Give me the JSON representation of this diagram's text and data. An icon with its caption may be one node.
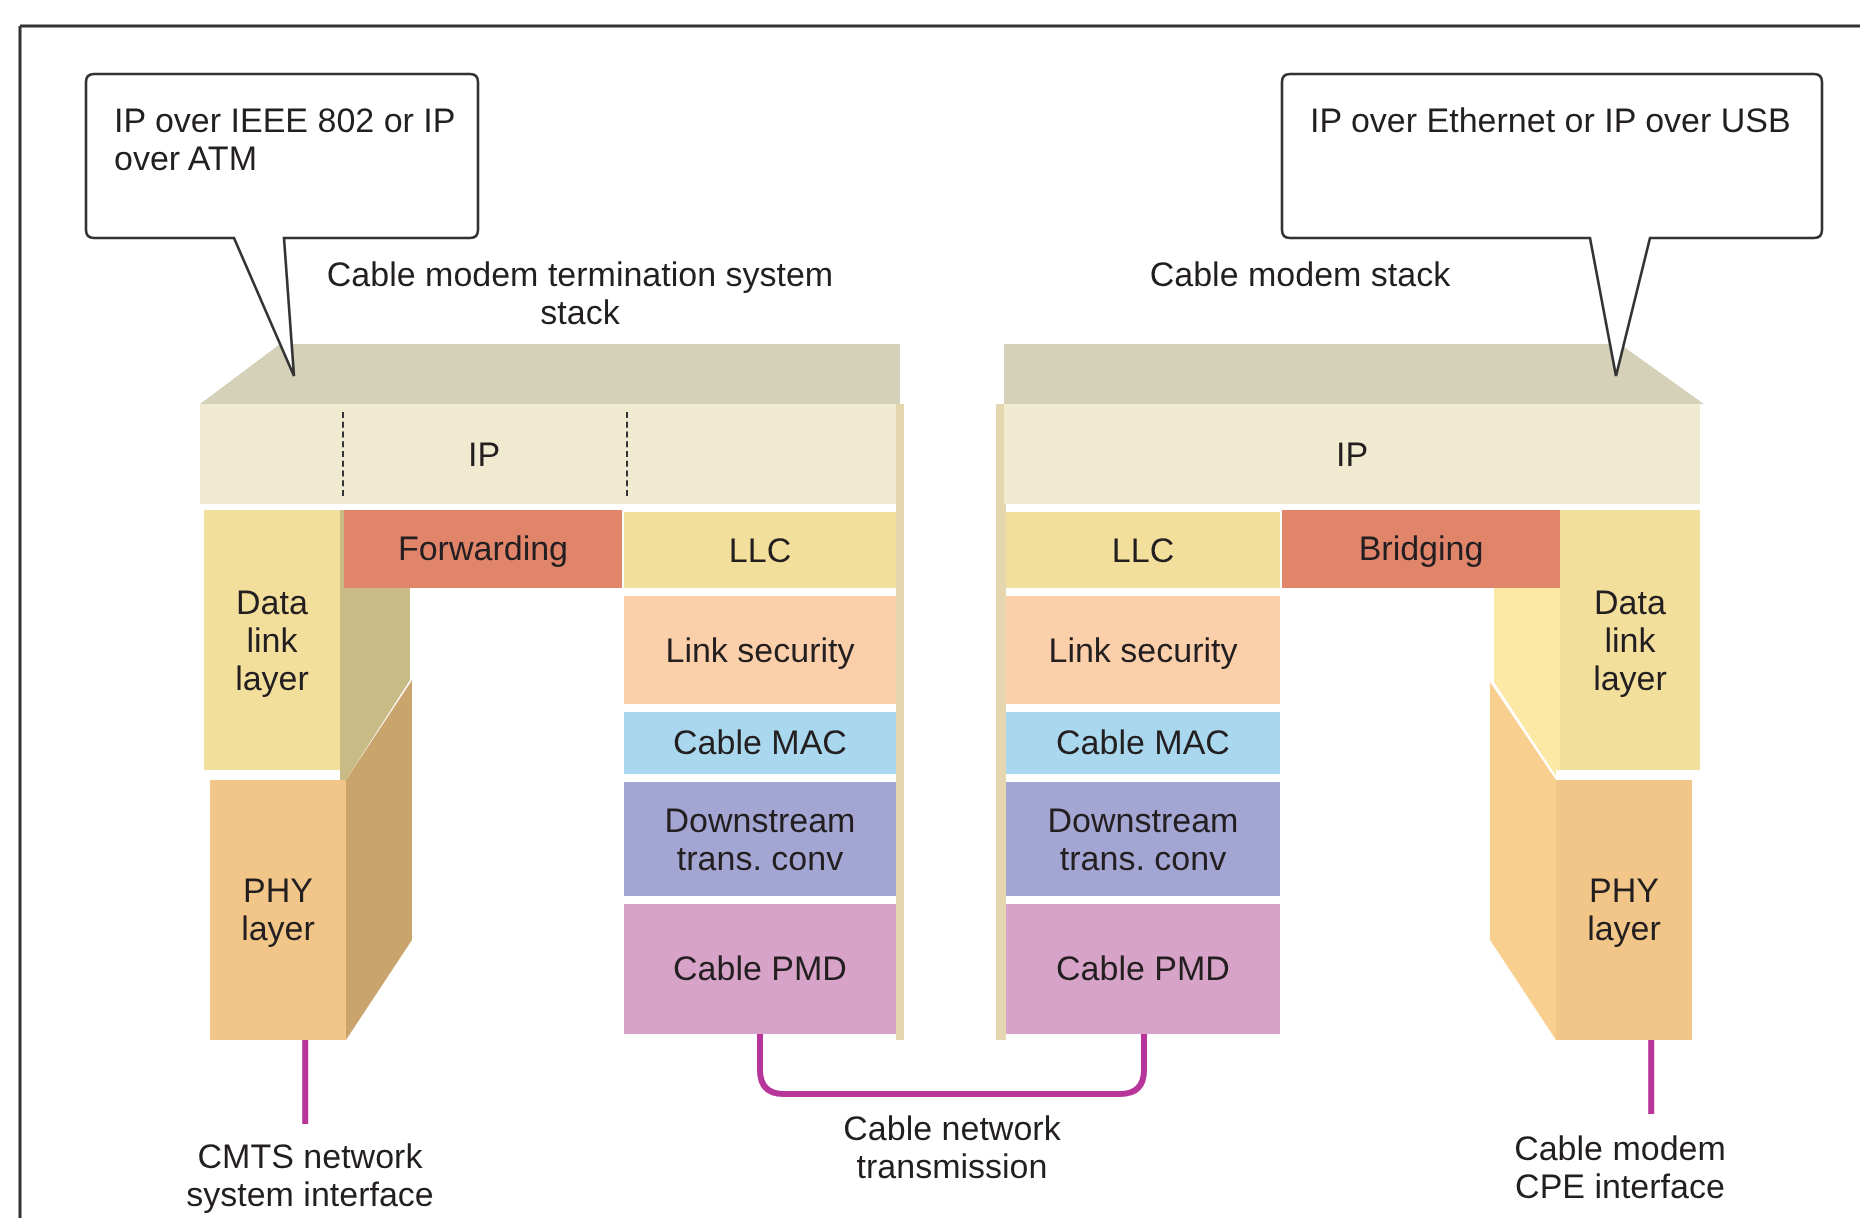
{
  "diagram": {
    "nodes": [
      {
        "text": [
          "IP over IEEE 802 or IP over ATM"
        ]
      },
      {
        "text": [
          "IP over Ethernet or IP over USB"
        ]
      },
      {
        "text": [
          "IP"
        ]
      },
      {
        "text": [
          "Forwarding"
        ]
      },
      {
        "text": [
          "Data link layer"
        ]
      },
      {
        "text": [
          "LLC"
        ]
      },
      {
        "text": [
          "Link security"
        ]
      },
      {
        "text": [
          "Cable MAC"
        ]
      },
      {
        "text": [
          "Downstream trans. conv"
        ]
      },
      {
        "text": [
          "PHY layer"
        ]
      },
      {
        "text": [
          "Cable PMD"
        ]
      },
      {
        "text": [
          "IP"
        ]
      },
      {
        "text": [
          "LLC"
        ]
      },
      {
        "text": [
          "Bridging"
        ]
      },
      {
        "text": [
          "Data link layer"
        ]
      },
      {
        "text": [
          "Link security"
        ]
      },
      {
        "text": [
          "Cable MAC"
        ]
      },
      {
        "text": [
          "Downstream trans. conv"
        ]
      },
      {
        "text": [
          "PHY layer"
        ]
      },
      {
        "text": [
          "Cable PMD"
        ]
      },
      {
        "text": [
          "CMTS network system interface"
        ]
      },
      {
        "text": [
          "Cable modem CPE interface"
        ]
      }
    ],
    "edges": [
      {
        "from": 9,
        "to": 20,
        "arrow": "none"
      },
      {
        "from": 10,
        "to": 19,
        "arrow": "none",
        "label": "Cable network transmission"
      },
      {
        "from": 18,
        "to": 21,
        "arrow": "none"
      }
    ],
    "labels": [
      "Cable modem termination system stack",
      "Cable modem stack"
    ]
  }
}
